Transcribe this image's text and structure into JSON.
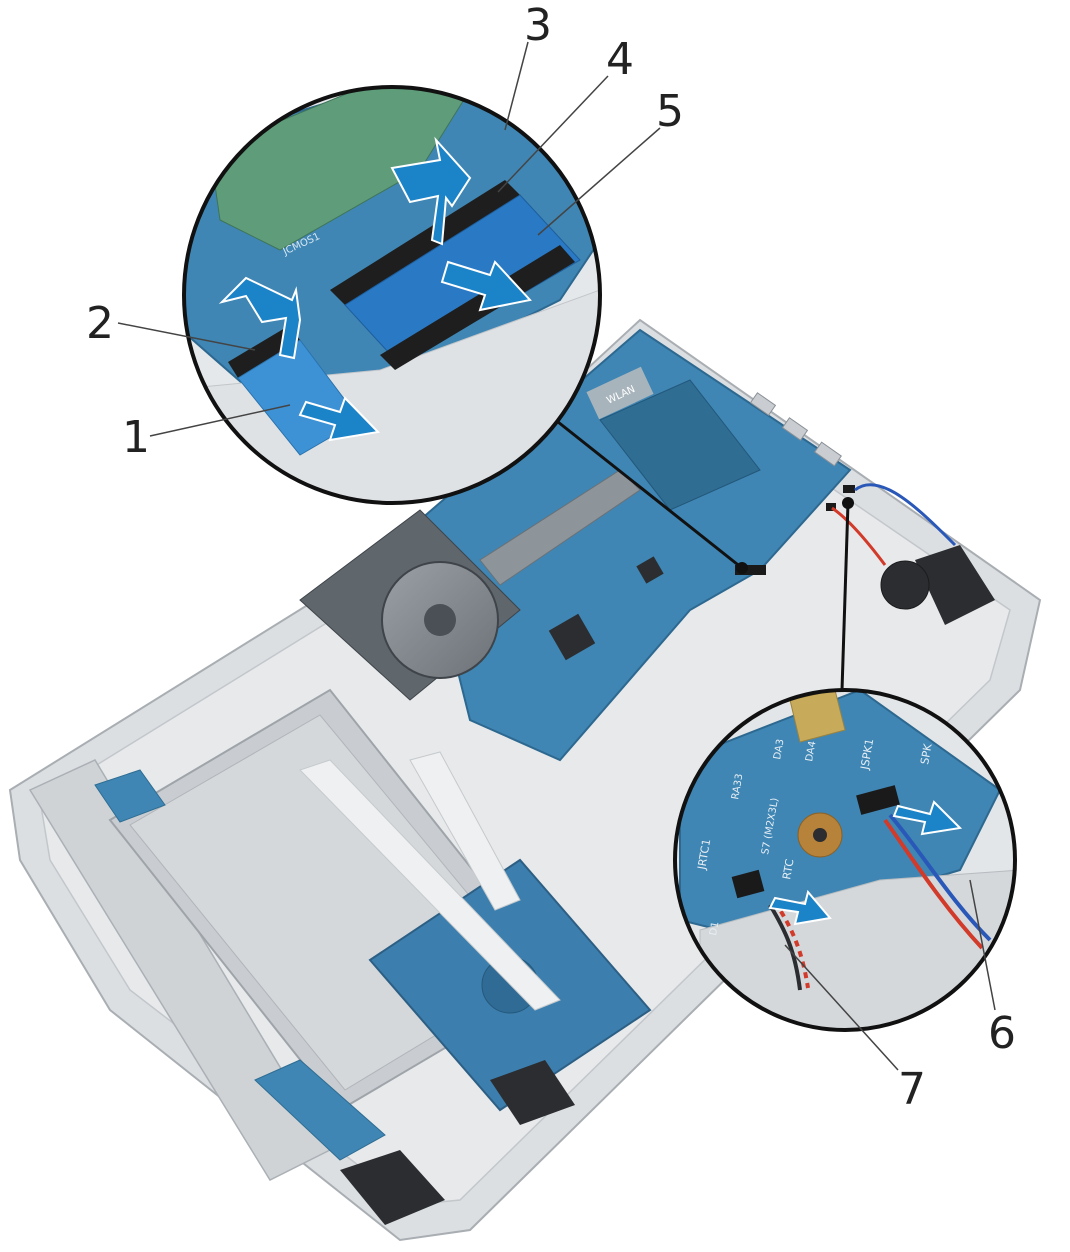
{
  "callouts": [
    {
      "id": "1",
      "label": "1"
    },
    {
      "id": "2",
      "label": "2"
    },
    {
      "id": "3",
      "label": "3"
    },
    {
      "id": "4",
      "label": "4"
    },
    {
      "id": "5",
      "label": "5"
    },
    {
      "id": "6",
      "label": "6"
    },
    {
      "id": "7",
      "label": "7"
    }
  ],
  "board_markings": {
    "wlan": "WLAN",
    "jspk1": "JSPK1",
    "spk": "SPK",
    "jrtc1": "JRTC1",
    "rtc": "RTC",
    "s7": "S7 (M2X3L)",
    "ra3": "RA33",
    "da3": "DA3",
    "da4": "DA4",
    "d1": "D1",
    "jcmos1": "JCMOS1"
  },
  "colors": {
    "arrow_blue": "#1b84c8",
    "board_blue": "#3f86b4",
    "board_dark": "#2f6d93",
    "chassis_grey": "#d9dcdf",
    "chassis_edge": "#b9bdc1",
    "leader_line": "#444444",
    "inset_border": "#111111",
    "speaker_black": "#2b2d30",
    "cable_red": "#d23a2a",
    "cable_blue": "#2a58b8"
  },
  "icons": {
    "pull_arrow": "double-outline-arrow",
    "lift_arrow": "bent-up-arrow"
  }
}
